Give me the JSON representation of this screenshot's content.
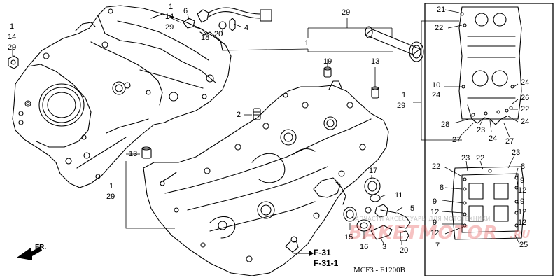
{
  "diagram": {
    "callouts": {
      "c1": "1",
      "c14": "14",
      "c29": "29",
      "c1b": "1",
      "c14b": "14",
      "c29b": "29",
      "c6": "6",
      "c18": "18",
      "c20": "20",
      "c4": "4",
      "c29top": "29",
      "c1top": "1",
      "c19": "19",
      "c13a": "13",
      "c2": "2",
      "c13b": "13",
      "c1left": "1",
      "c29left": "29",
      "c17": "17",
      "c11": "11",
      "c5": "5",
      "c15": "15",
      "c16": "16",
      "c3": "3",
      "c20b": "20",
      "c1right": "1",
      "c29right": "29",
      "c21": "21",
      "c22a": "22",
      "c10": "10",
      "c24a": "24",
      "c24b": "24",
      "c26": "26",
      "c22b": "22",
      "c24c": "24",
      "c28": "28",
      "c27a": "27",
      "c23a": "23",
      "c24d": "24",
      "c27b": "27",
      "c22c": "22",
      "c23b": "23",
      "c22d": "22",
      "c23c": "23",
      "c8a": "8",
      "c8b": "8",
      "c9a": "9",
      "c12a": "12",
      "c9b": "9",
      "c12b": "12",
      "c9c": "9",
      "c12c": "12",
      "c9d": "9",
      "c12d": "12",
      "c12e": "12",
      "c7": "7",
      "c25": "25"
    },
    "refs": {
      "f31": "F-31",
      "f311": "F-31-1"
    },
    "front": "FR.",
    "code": "MCF3 - E1200B"
  },
  "watermark": {
    "top": "ЗАПЧАСТИ АКСЕССУАРЫ ДЛЯ МОТОТЕХНИКИ",
    "logo": "BAKETMOTOR",
    "ru": ".RU"
  }
}
